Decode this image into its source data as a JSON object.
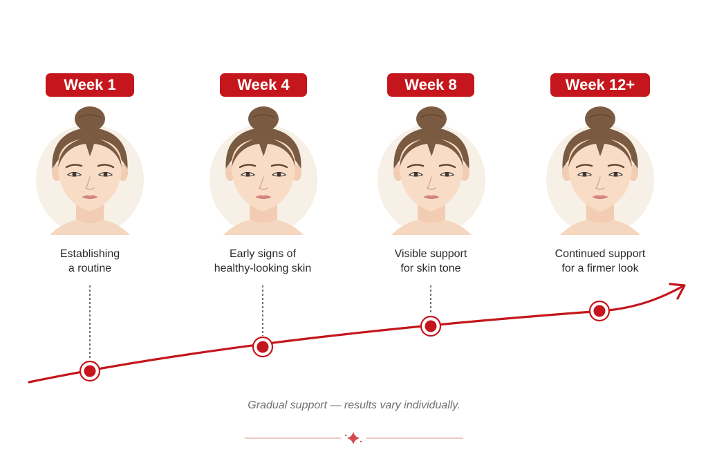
{
  "stages": [
    {
      "badge": "Week 1",
      "caption_line1": "Establishing",
      "caption_line2": "a routine"
    },
    {
      "badge": "Week 4",
      "caption_line1": "Early signs of",
      "caption_line2": "healthy-looking skin"
    },
    {
      "badge": "Week 8",
      "caption_line1": "Visible support",
      "caption_line2": "for skin tone"
    },
    {
      "badge": "Week 12+",
      "caption_line1": "Continued support",
      "caption_line2": "for a firmer look"
    }
  ],
  "footnote": "Gradual support — results vary individually.",
  "colors": {
    "accent": "#c4161c",
    "skin": "#f8dcc6",
    "hair": "#7a5a40",
    "halo": "#f6f0e6"
  },
  "icons": {
    "face": "face-illustration-icon",
    "milestone": "milestone-marker-icon",
    "ornament": "sparkle-ornament-icon",
    "arrow": "arrowhead-icon"
  }
}
